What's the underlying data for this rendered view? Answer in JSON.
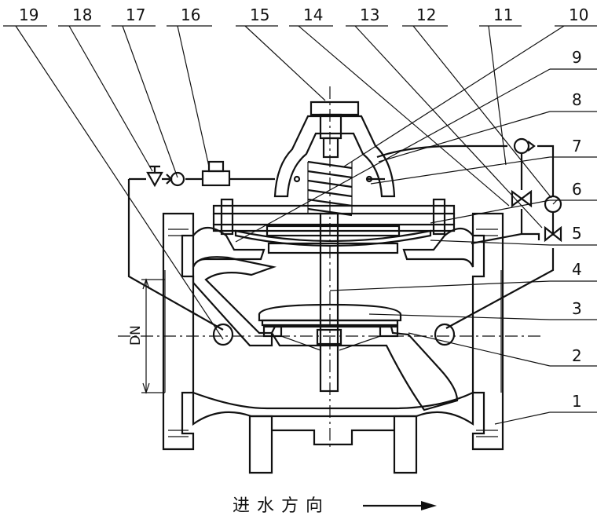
{
  "top_labels": [
    "19",
    "18",
    "17",
    "16",
    "15",
    "14",
    "13",
    "12",
    "11",
    "10"
  ],
  "right_labels": [
    "9",
    "8",
    "7",
    "6",
    "5",
    "4",
    "3",
    "2",
    "1"
  ],
  "dn_label": "DN",
  "flow_caption": "进水方向"
}
